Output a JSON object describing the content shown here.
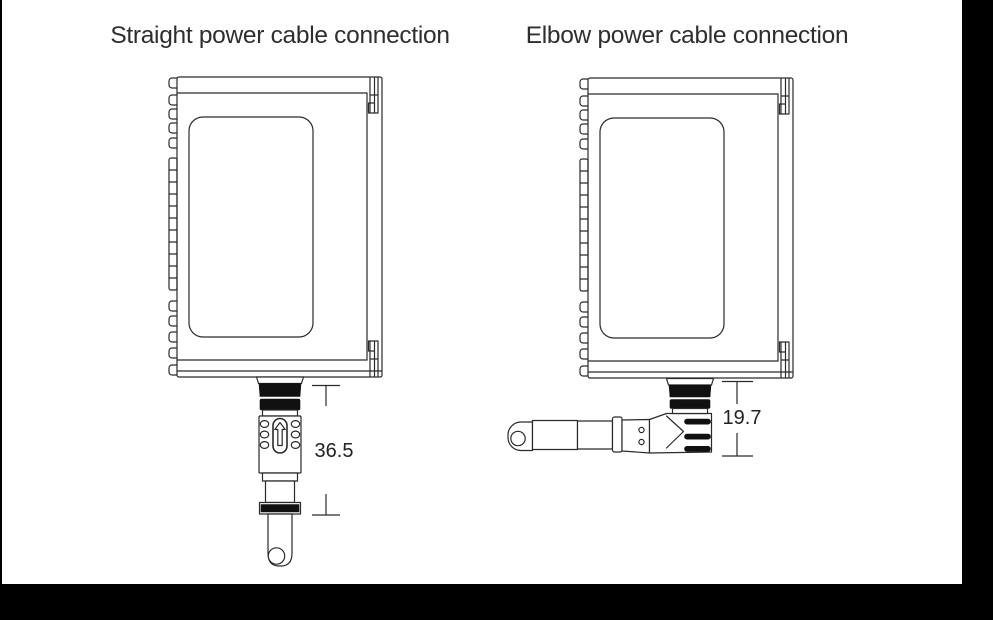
{
  "figure": {
    "background": "#ffffff",
    "line_color": "#2a2a2a",
    "black_fill": "#111111",
    "frame_color": "#000000",
    "title_color": "#2e2e2e"
  },
  "diagrams": [
    {
      "title": "Straight power cable connection",
      "dimension": {
        "value": "36.5"
      }
    },
    {
      "title": "Elbow power cable connection",
      "dimension": {
        "value": "19.7"
      }
    }
  ]
}
